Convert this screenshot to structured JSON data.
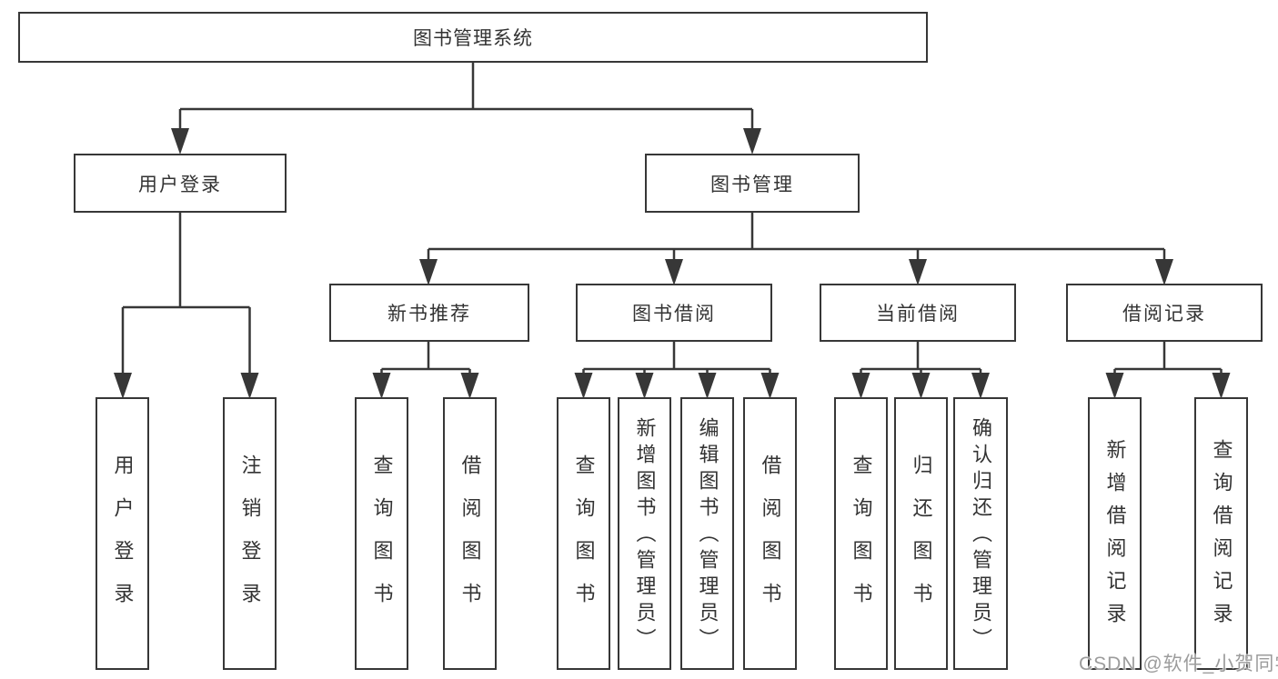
{
  "diagram_title": "图书管理系统",
  "tree": {
    "root": {
      "label": "图书管理系统",
      "children": [
        {
          "label": "用户登录",
          "children": [
            {
              "label": "用户登录"
            },
            {
              "label": "注销登录"
            }
          ]
        },
        {
          "label": "图书管理",
          "children": [
            {
              "label": "新书推荐",
              "children": [
                {
                  "label": "查询图书"
                },
                {
                  "label": "借阅图书"
                }
              ]
            },
            {
              "label": "图书借阅",
              "children": [
                {
                  "label": "查询图书"
                },
                {
                  "label": "新增图书（管理员）"
                },
                {
                  "label": "编辑图书（管理员）"
                },
                {
                  "label": "借阅图书"
                }
              ]
            },
            {
              "label": "当前借阅",
              "children": [
                {
                  "label": "查询图书"
                },
                {
                  "label": "归还图书"
                },
                {
                  "label": "确认归还（管理员）"
                }
              ]
            },
            {
              "label": "借阅记录",
              "children": [
                {
                  "label": "新增借阅记录"
                },
                {
                  "label": "查询借阅记录"
                }
              ]
            }
          ]
        }
      ]
    }
  },
  "watermark": "CSDN @软件_小贺同学",
  "colors": {
    "line": "#373737",
    "box_border": "#373737",
    "text": "#333333",
    "background": "#ffffff",
    "watermark": "#9c9c9c"
  }
}
